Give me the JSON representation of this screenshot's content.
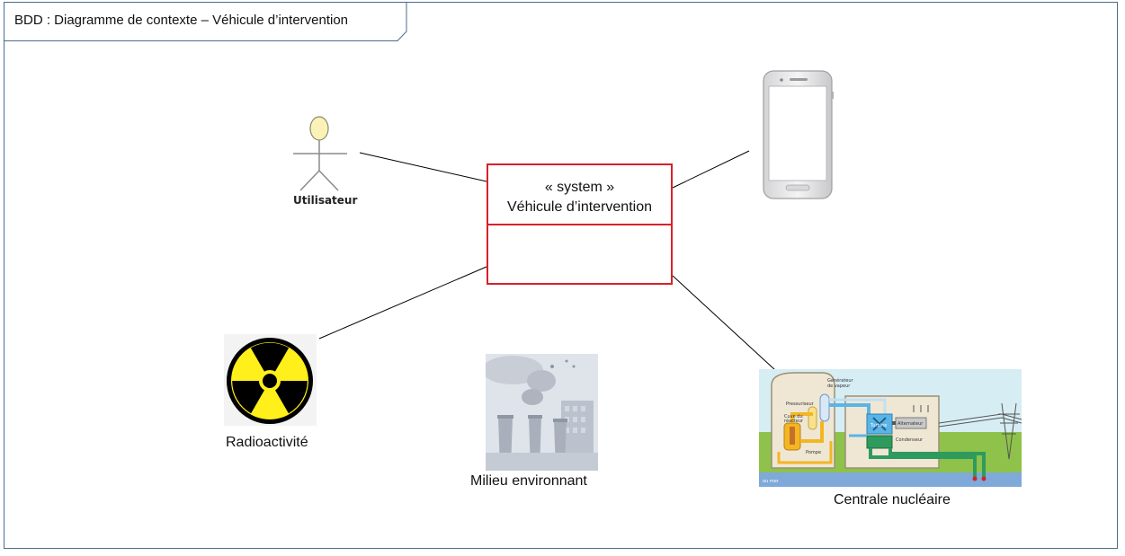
{
  "frame": {
    "title": "BDD : Diagramme de contexte – Véhicule d’intervention"
  },
  "system": {
    "stereotype": "« system »",
    "name": "Véhicule d’intervention"
  },
  "actors": {
    "user": {
      "label": "Utilisateur",
      "icon": "stick-figure-icon"
    },
    "phone": {
      "icon": "smartphone-icon"
    },
    "radioactivity": {
      "label": "Radioactivité",
      "icon": "radiation-icon"
    },
    "environment": {
      "label": "Milieu environnant",
      "icon": "factory-pollution-icon"
    },
    "nuclear_plant": {
      "label": "Centrale nucléaire",
      "icon": "nuclear-plant-diagram-icon",
      "inner_labels": [
        "Générateur de vapeur",
        "Pressuriseur",
        "Cuve du réacteur",
        "Pompe",
        "Turbine",
        "Alternateur",
        "Condenseur",
        "ou mer"
      ]
    }
  },
  "colors": {
    "system_border": "#d9202a",
    "frame_border": "#4a6c8f"
  }
}
